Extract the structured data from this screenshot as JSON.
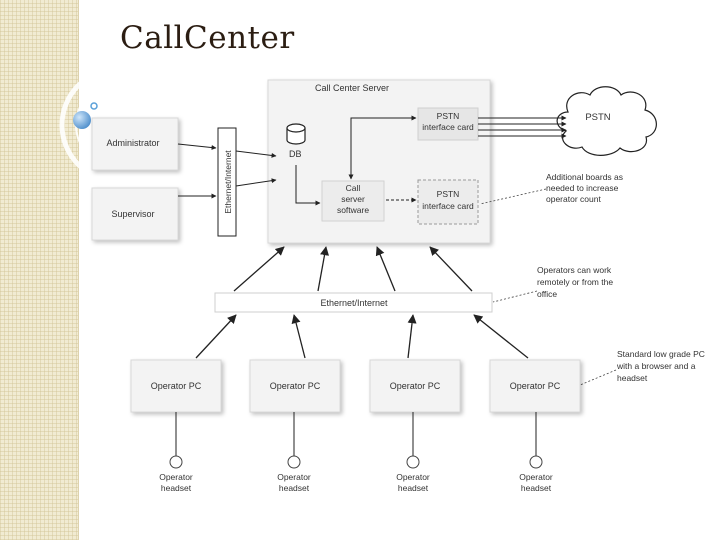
{
  "slide": {
    "title": "CallCenter"
  },
  "diagram": {
    "server_label": "Call Center Server",
    "pstn_card_1": [
      "PSTN",
      "interface card"
    ],
    "pstn_card_2": [
      "PSTN",
      "interface card"
    ],
    "pstn_cloud": "PSTN",
    "db_label": "DB",
    "software": [
      "Call",
      "server",
      "software"
    ],
    "ethernet_vertical": "Ethernet/Internet",
    "administrator": "Administrator",
    "supervisor": "Supervisor",
    "ethernet_bar": "Ethernet/Internet",
    "note_boards": [
      "Additional boards as",
      "needed to increase",
      "operator count"
    ],
    "note_remote": [
      "Operators can work",
      "remotely or from the",
      "office"
    ],
    "note_pc": [
      "Standard low grade PC",
      "with a browser and a",
      "headset"
    ],
    "operator_pcs": [
      "Operator PC",
      "Operator PC",
      "Operator PC",
      "Operator PC"
    ],
    "operator_headsets": [
      [
        "Operator",
        "headset"
      ],
      [
        "Operator",
        "headset"
      ],
      [
        "Operator",
        "headset"
      ],
      [
        "Operator",
        "headset"
      ]
    ]
  },
  "colors": {
    "line": "#222222",
    "box_border": "#c8c8c8",
    "accent_blue": "#5aa0d8",
    "title": "#2b1d12"
  }
}
